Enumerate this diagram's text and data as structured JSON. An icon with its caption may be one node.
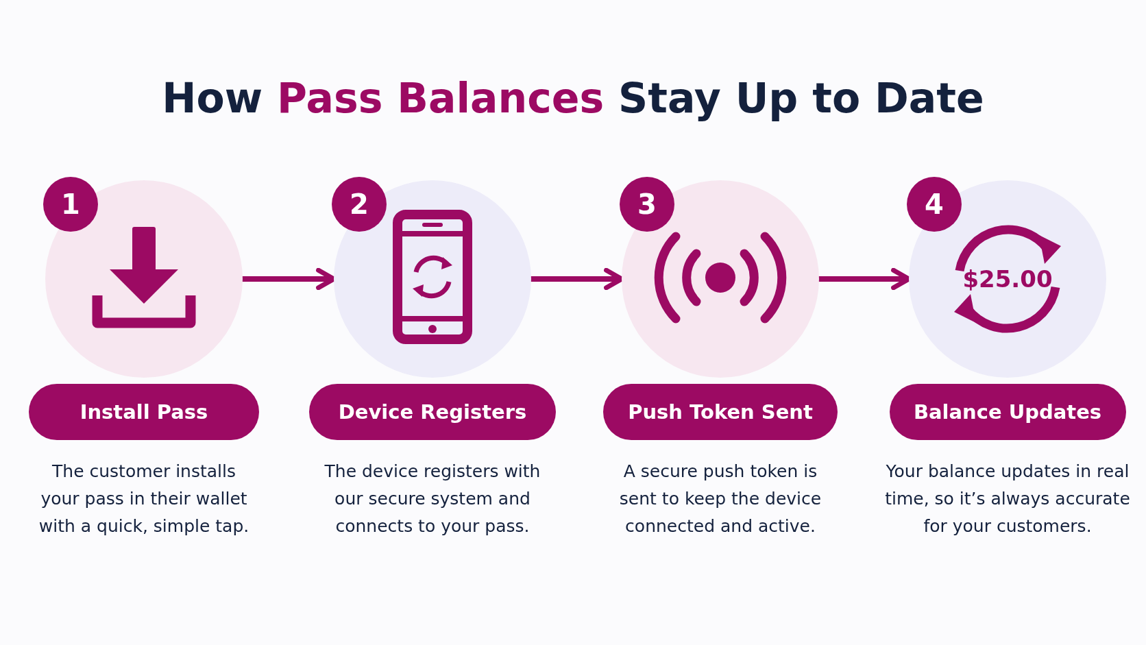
{
  "diagram": {
    "title": "How **Pass Balances** Stay Up to Date",
    "nodes": [
      {
        "text": [],
        "shape": "circle"
      },
      {
        "text": [
          "1"
        ],
        "in": 0
      },
      {
        "text": [
          "Install Pass"
        ],
        "beside": [
          "The customer installs your pass in their wallet with a quick, simple tap."
        ]
      },
      {
        "text": [],
        "shape": "circle"
      },
      {
        "text": [
          "2"
        ],
        "in": 3
      },
      {
        "text": [
          "Device Registers"
        ],
        "beside": [
          "The device registers with our secure system and connects to your pass."
        ]
      },
      {
        "text": [],
        "shape": "circle"
      },
      {
        "text": [
          "3"
        ],
        "in": 6
      },
      {
        "text": [
          "Push Token Sent"
        ],
        "beside": [
          "A secure push token is sent to keep the device connected and active."
        ]
      },
      {
        "text": [
          "$25.00"
        ]
      },
      {
        "text": [
          "4"
        ],
        "in": 9
      },
      {
        "text": [
          "Balance Updates"
        ],
        "beside": [
          "Your balance updates in real time, so it’s always accurate for your customers."
        ]
      }
    ],
    "edges": [
      {
        "from": 0,
        "to": 3,
        "arrow": "to"
      },
      {
        "from": 3,
        "to": 6,
        "arrow": "to"
      },
      {
        "from": 6,
        "to": 9,
        "arrow": "to"
      }
    ]
  }
}
